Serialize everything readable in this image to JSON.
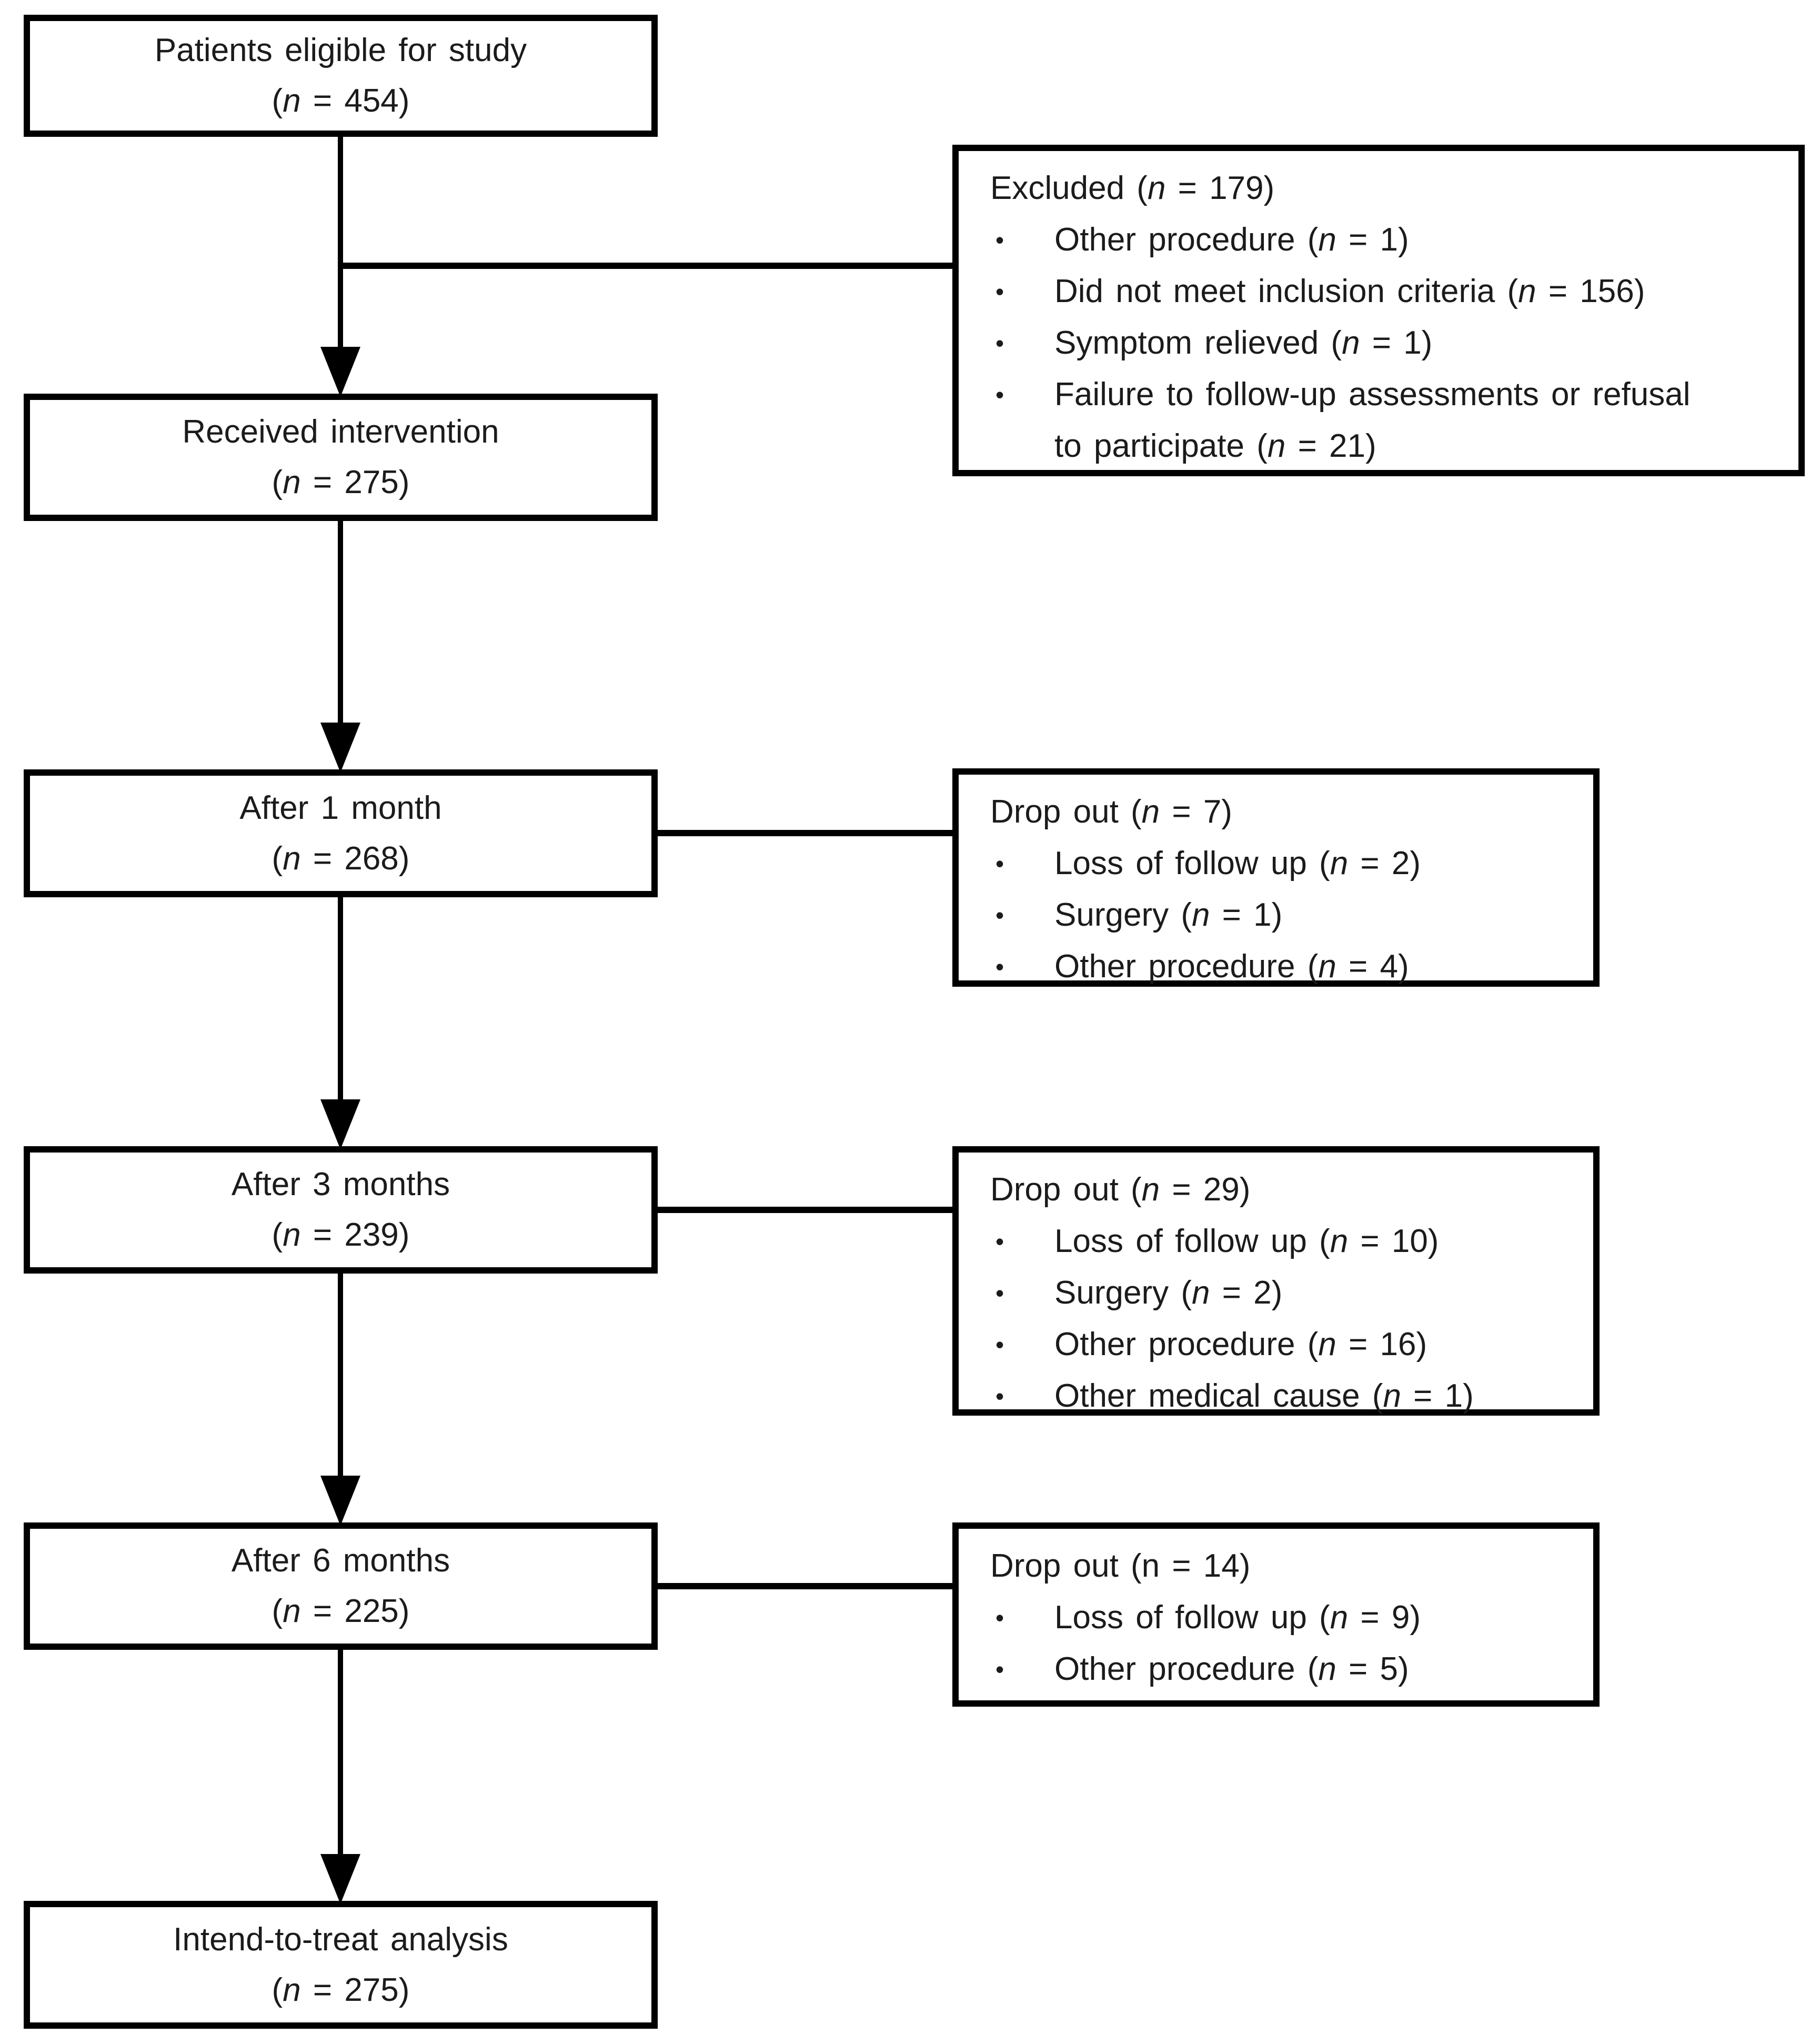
{
  "diagram": {
    "bullet_char": "•",
    "colors": {
      "box_border": "#000000",
      "box_background": "#ffffff",
      "text": "#1b1b1b",
      "connector": "#000000",
      "page_background": "#ffffff"
    },
    "main_boxes": [
      {
        "label": "Patients eligible for study",
        "count": "(n = 454)",
        "italic_n": true
      },
      {
        "label": "Received intervention",
        "count": "(n = 275)",
        "italic_n": true
      },
      {
        "label": "After 1 month",
        "count": "(n = 268)",
        "italic_n": true
      },
      {
        "label": "After 3 months",
        "count": "(n = 239)",
        "italic_n": true
      },
      {
        "label": "After 6 months",
        "count": "(n = 225)",
        "italic_n": true
      },
      {
        "label": "Intend-to-treat analysis",
        "count": "(n = 275)",
        "italic_n": true
      }
    ],
    "side_boxes": [
      {
        "title": "Excluded (n = 179)",
        "title_italic_n": true,
        "items": [
          "Other procedure (n = 1)",
          "Did not meet inclusion criteria (n = 156)",
          "Symptom relieved (n = 1)",
          "Failure to follow-up assessments or refusal to participate (n = 21)"
        ]
      },
      {
        "title": "Drop out (n = 7)",
        "title_italic_n": true,
        "items": [
          "Loss of follow up (n = 2)",
          "Surgery (n = 1)",
          "Other procedure (n = 4)"
        ]
      },
      {
        "title": "Drop out (n = 29)",
        "title_italic_n": true,
        "items": [
          "Loss of follow up (n = 10)",
          "Surgery (n = 2)",
          "Other procedure (n = 16)",
          "Other medical cause (n = 1)"
        ]
      },
      {
        "title": "Drop out (n = 14)",
        "title_italic_n": false,
        "items": [
          "Loss of follow up (n = 9)",
          "Other procedure (n = 5)"
        ]
      }
    ]
  }
}
